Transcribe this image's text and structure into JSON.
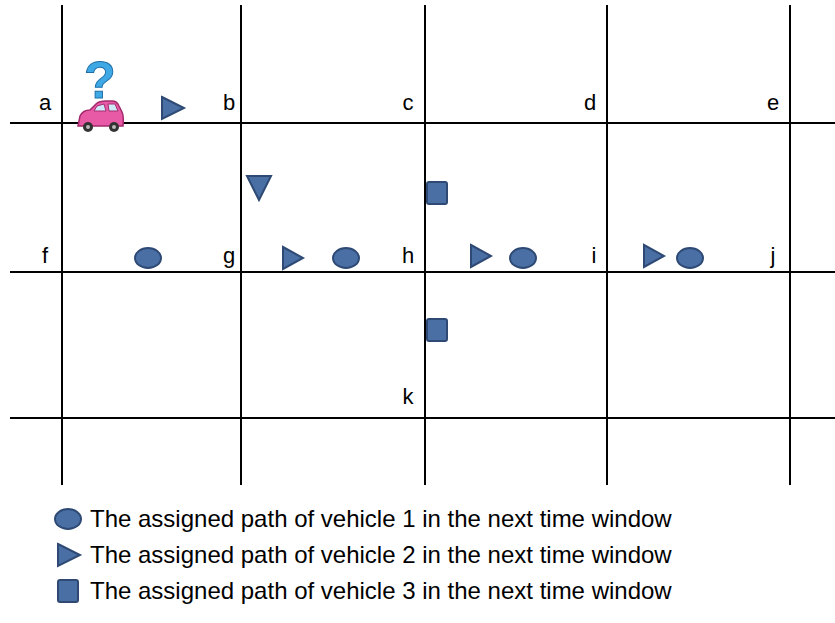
{
  "diagram": {
    "labels": [
      "a",
      "b",
      "c",
      "d",
      "e",
      "f",
      "g",
      "h",
      "i",
      "j",
      "k",
      "?"
    ],
    "legend": [
      {
        "text": "The assigned path of vehicle 1 in the next time window"
      },
      {
        "text": "The assigned path of vehicle 2 in the next time window"
      },
      {
        "text": "The assigned path of vehicle 3 in the next time window"
      }
    ]
  }
}
